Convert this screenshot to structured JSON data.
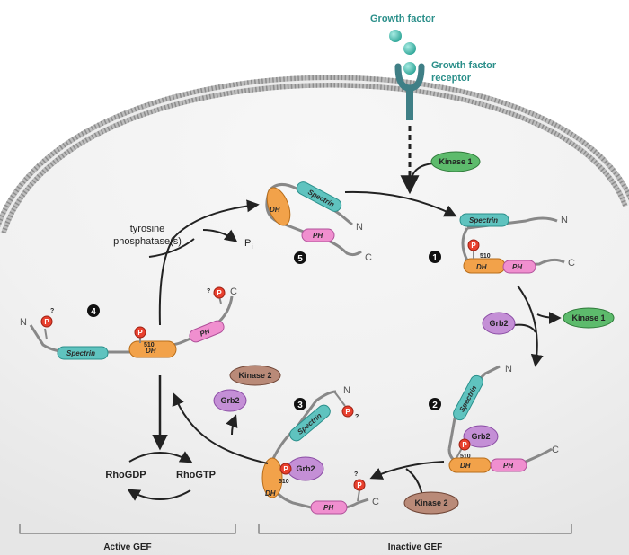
{
  "labels": {
    "growth_factor": "Growth factor",
    "receptor_line1": "Growth factor",
    "receptor_line2": "receptor",
    "kinase1": "Kinase 1",
    "kinase2": "Kinase 2",
    "grb2": "Grb2",
    "phosphatase_line1": "tyrosine",
    "phosphatase_line2": "phosphatase(s)",
    "pi": "P",
    "pi_sub": "i",
    "rhogdp": "RhoGDP",
    "rhogtp": "RhoGTP",
    "active_gef": "Active GEF",
    "inactive_gef": "Inactive GEF"
  },
  "domains": {
    "spectrin": "Spectrin",
    "dh": "DH",
    "ph": "PH"
  },
  "termini": {
    "n": "N",
    "c": "C"
  },
  "phospho": {
    "p": "P",
    "site": "510",
    "unknown": "?"
  },
  "steps": [
    "1",
    "2",
    "3",
    "4",
    "5"
  ],
  "colors": {
    "spectrin": "#5fc3bf",
    "dh": "#f2a24a",
    "ph": "#f08fcf",
    "phospho": "#e8402e",
    "kinase1": "#5dbb6c",
    "kinase2": "#b98a78",
    "grb2": "#c48fd6",
    "receptor": "#3f7f86",
    "growth_factor": "#4dbfb3"
  }
}
